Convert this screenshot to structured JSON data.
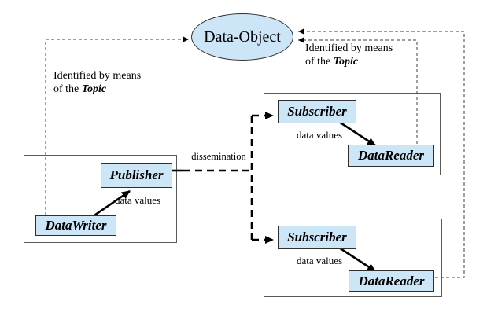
{
  "nodes": {
    "data_object": "Data-Object",
    "publisher": "Publisher",
    "data_writer": "DataWriter",
    "subscriber_top": "Subscriber",
    "data_reader_top": "DataReader",
    "subscriber_bottom": "Subscriber",
    "data_reader_bottom": "DataReader"
  },
  "labels": {
    "dissemination": "dissemination",
    "data_values_writer": "data values",
    "data_values_top": "data values",
    "data_values_bottom": "data values"
  },
  "notes": {
    "left": {
      "line1": "Identified by means",
      "line2_prefix": "of the ",
      "topic": "Topic"
    },
    "right": {
      "line1": "Identified by means",
      "line2_prefix": "of the ",
      "topic": "Topic"
    }
  },
  "colors": {
    "node_fill": "#cce6f8",
    "node_border": "#2f2f2f",
    "group_border": "#5a5a5a",
    "line": "#000000"
  }
}
